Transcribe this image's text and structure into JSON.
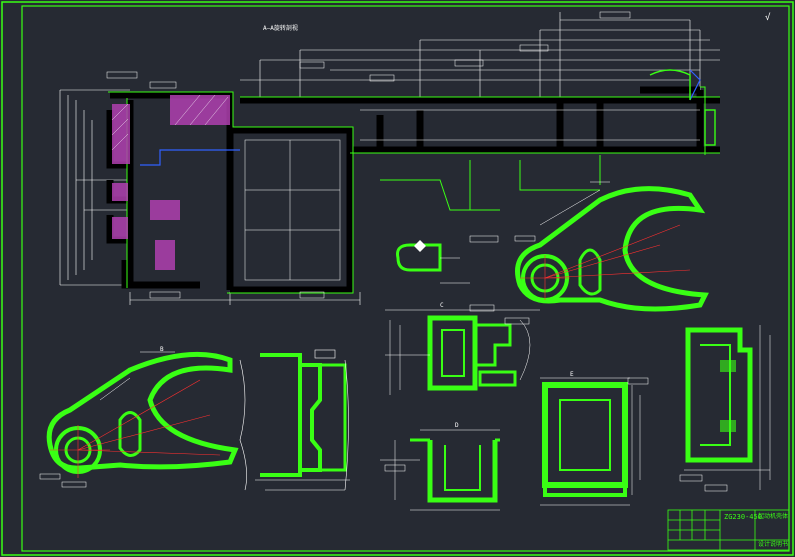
{
  "drawing": {
    "section_title": "A—A旋转剖视",
    "roughness_note": "√",
    "section_marks": [
      "B",
      "C",
      "D",
      "E"
    ],
    "title_block": {
      "material": "ZG230-450",
      "part_name": "起动机壳体",
      "drawing_no": "设计说明书"
    }
  },
  "colors": {
    "background": "#262a33",
    "outline": "#39ff14",
    "dimension": "#ffffff",
    "section_hatch": "#c040c0",
    "center_line": "#ff3030",
    "accent_blue": "#3060ff"
  }
}
